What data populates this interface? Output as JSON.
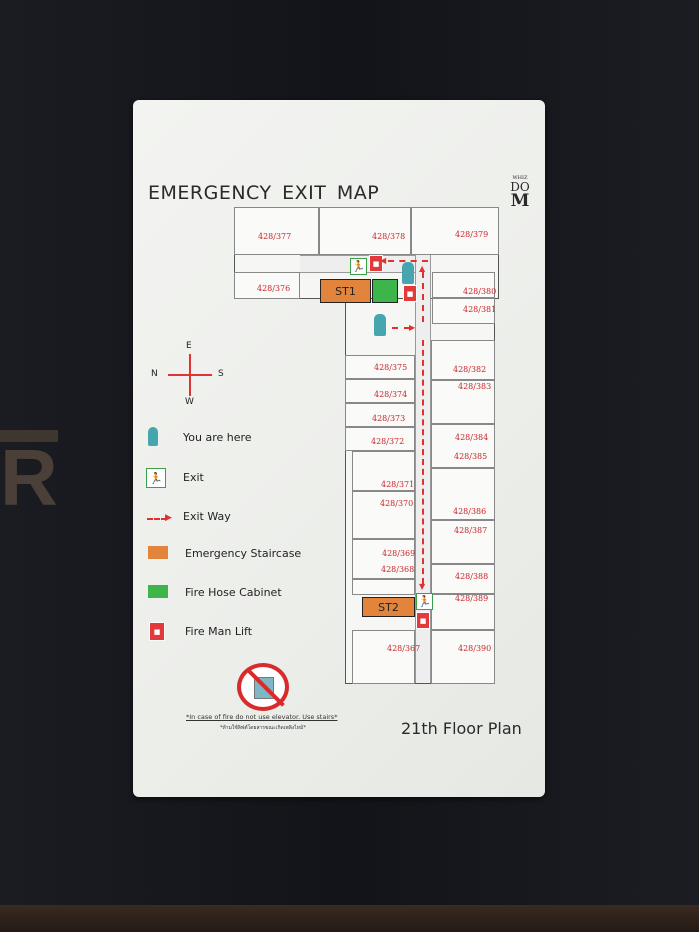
{
  "sign": {
    "title": "EMERGENCY  EXIT  MAP",
    "logo": {
      "small": "WHIZ",
      "top": "DO",
      "bottom": "M"
    },
    "floor_plan_label": "21th Floor Plan",
    "compass": {
      "north": "N",
      "south": "S",
      "east": "E",
      "west": "W"
    },
    "legend": [
      {
        "icon": "person-icon",
        "label": "You are here"
      },
      {
        "icon": "exit-icon",
        "label": "Exit"
      },
      {
        "icon": "dashed-arrow-icon",
        "label": "Exit Way"
      },
      {
        "icon": "orange-square",
        "label": "Emergency Staircase",
        "color": "#e2843c"
      },
      {
        "icon": "green-square",
        "label": "Fire Hose Cabinet",
        "color": "#3db54a"
      },
      {
        "icon": "fireman-lift-icon",
        "label": "Fire Man Lift"
      }
    ],
    "warning_en": "*In case of fire do not use elevator. Use stairs*",
    "warning_th": "*ห้ามใช้ลิฟต์โดยสารขณะเกิดเพลิงไหม้*",
    "staircases": [
      "ST1",
      "ST2"
    ],
    "units": [
      "428/377",
      "428/378",
      "428/379",
      "428/376",
      "428/380",
      "428/381",
      "428/375",
      "428/382",
      "428/374",
      "428/383",
      "428/373",
      "428/372",
      "428/384",
      "428/385",
      "428/371",
      "428/370",
      "428/386",
      "428/387",
      "428/369",
      "428/368",
      "428/388",
      "428/389",
      "428/367",
      "428/390"
    ],
    "colors": {
      "exit_way": "#e03030",
      "unit_text": "#c8262b",
      "you_are_here": "#46a6b0"
    }
  }
}
